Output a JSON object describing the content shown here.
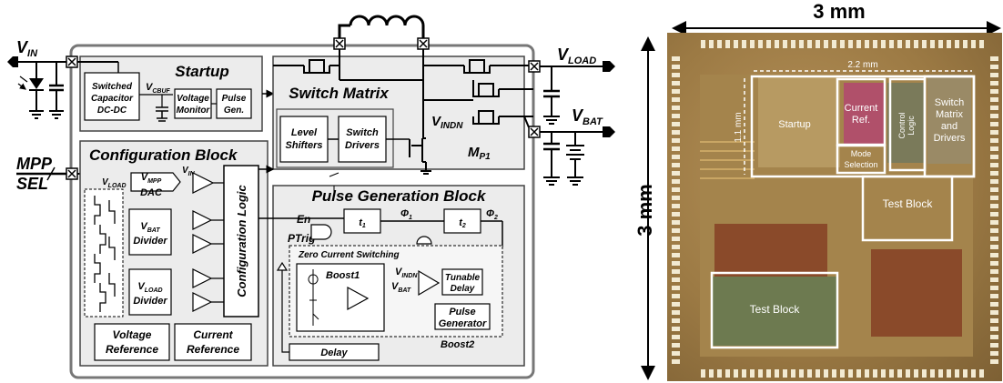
{
  "schematic": {
    "terminals": {
      "vin": "V",
      "vin_sub": "IN",
      "vload": "V",
      "vload_sub": "LOAD",
      "vbat": "V",
      "vbat_sub": "BAT",
      "mpp": "MPP",
      "sel": "SEL"
    },
    "startup": {
      "title": "Startup",
      "scdcdc": [
        "Switched",
        "Capacitor",
        "DC-DC"
      ],
      "vcbuf": "V",
      "vcbuf_sub": "CBUF",
      "voltage_monitor": [
        "Voltage",
        "Monitor"
      ],
      "pulse_gen": [
        "Pulse",
        "Gen."
      ]
    },
    "switch_matrix": {
      "title": "Switch Matrix",
      "level_shifters": [
        "Level",
        "Shifters"
      ],
      "switch_drivers": [
        "Switch",
        "Drivers"
      ],
      "vindn": "V",
      "vindn_sub": "INDN",
      "mp1": "M",
      "mp1_sub": "P1"
    },
    "config": {
      "title": "Configuration Block",
      "vload_label": "V",
      "vload_label_sub": "LOAD",
      "vmpp_dac": "V",
      "vmpp_dac_sub": "MPP",
      "dac": "DAC",
      "vin_label": "V",
      "vin_label_sub": "IN",
      "vbat_div": "V",
      "vbat_div_sub": "BAT",
      "divider": "Divider",
      "vload_div": "V",
      "vload_div_sub": "LOAD",
      "config_logic": "Configuration Logic",
      "voltage_ref": [
        "Voltage",
        "Reference"
      ],
      "current_ref": [
        "Current",
        "Reference"
      ]
    },
    "pulse": {
      "title": "Pulse Generation Block",
      "en": "En",
      "ptrig": "PTrig",
      "phi1": "Φ",
      "phi1_sub": "1",
      "phi2": "Φ",
      "phi2_sub": "2",
      "t1": "t",
      "t1_sub": "1",
      "t2": "t",
      "t2_sub": "2",
      "zcs": "Zero Current Switching",
      "boost1": "Boost1",
      "vindn": "V",
      "vindn_sub": "INDN",
      "vbat": "V",
      "vbat_sub": "BAT",
      "tunable_delay": [
        "Tunable",
        "Delay"
      ],
      "pulse_generator": [
        "Pulse",
        "Generator"
      ],
      "boost2": "Boost2",
      "delay": "Delay"
    }
  },
  "die_photo": {
    "width_label": "3 mm",
    "height_label": "3 mm",
    "inner_width": "2.2 mm",
    "inner_height": "1.1 mm",
    "blocks": {
      "startup": "Startup",
      "current_ref": [
        "Current",
        "Ref."
      ],
      "mode_selection": [
        "Mode",
        "Selection"
      ],
      "control_logic": [
        "Control",
        "Logic"
      ],
      "switch_matrix": [
        "Switch",
        "Matrix",
        "and",
        "Drivers"
      ],
      "test_block_right": "Test Block",
      "test_block_left": "Test Block"
    }
  },
  "colors": {
    "block_fill": "#ececec",
    "line": "#000000",
    "annotation": "#ffffff",
    "die": "#9c7a44"
  }
}
